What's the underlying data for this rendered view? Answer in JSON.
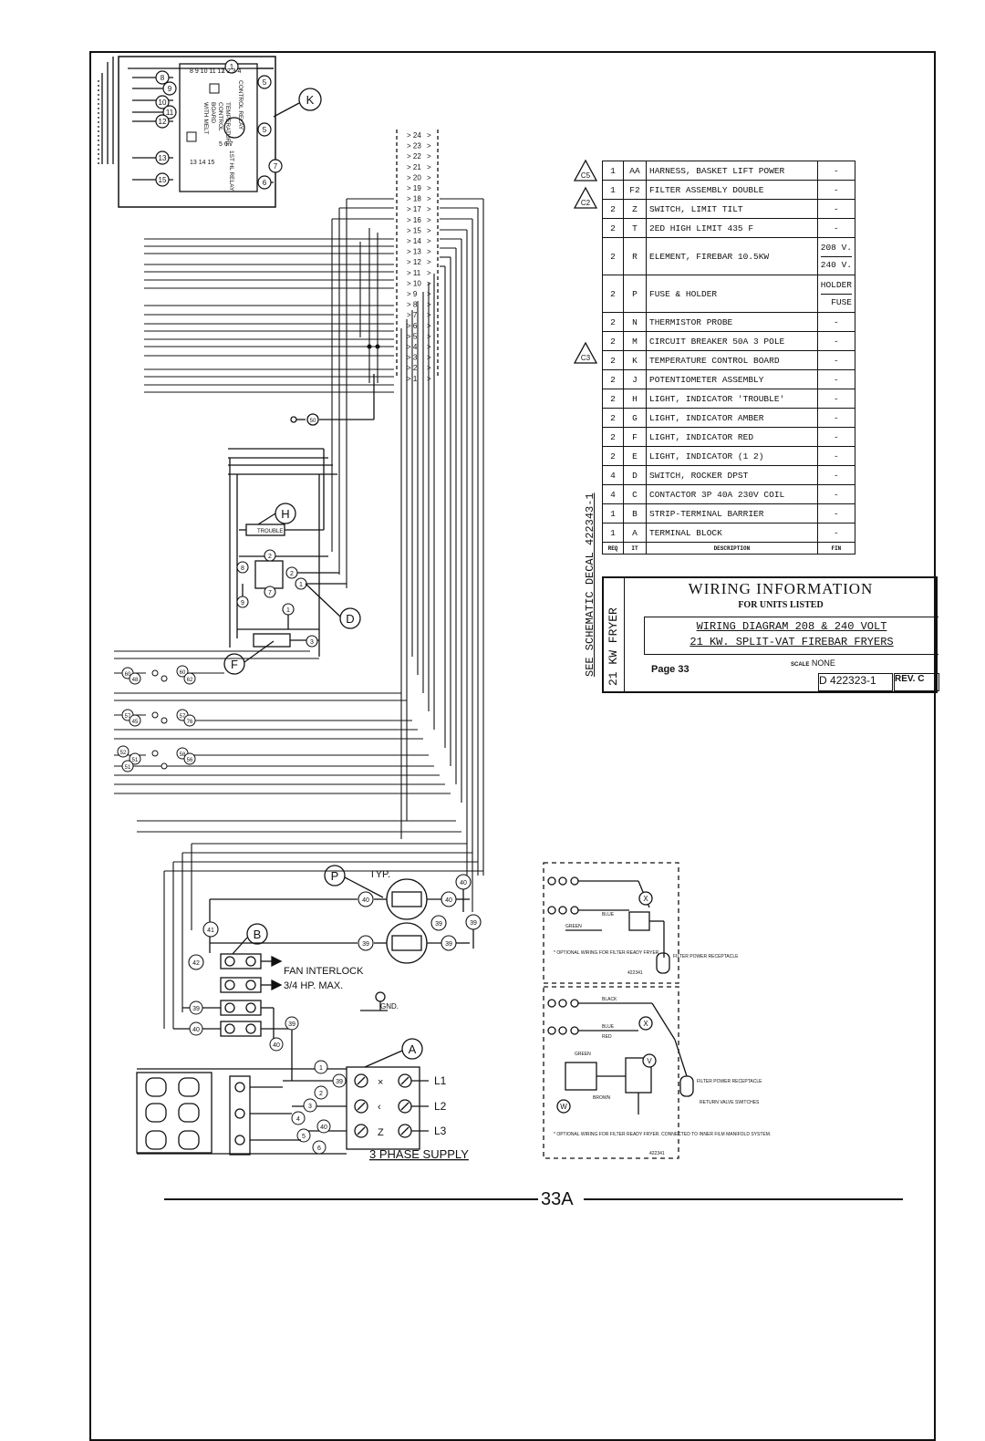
{
  "labels": {
    "K": "K",
    "H": "H",
    "D": "D",
    "F": "F",
    "P": "P",
    "B": "B",
    "A": "A",
    "X": "X",
    "V": "V",
    "W": "W",
    "typ": "TYP.",
    "trouble": "TROUBLE",
    "fan_interlock": "FAN INTERLOCK",
    "hp_max": "3/4 HP. MAX.",
    "gnd": "GND.",
    "l1": "L1",
    "l2": "L2",
    "l3": "L3",
    "phase_supply": "3 PHASE SUPPLY",
    "board_text_1": "TEMPERATURE",
    "board_text_2": "CONTROL",
    "board_text_3": "BOARD",
    "board_text_4": "WITH MELT",
    "relay_1": "CONTROL RELAY",
    "relay_2": "1ST HL RELAY",
    "board_pins_left": "8 9 10 11 12",
    "board_pins_right": "13 14 15",
    "board_pins_top": "1 2 3 4",
    "board_pins_side": "5 6 7"
  },
  "rev_marks": [
    "C5",
    "C2",
    "C3"
  ],
  "terminal_strip": [
    "24",
    "23",
    "22",
    "21",
    "20",
    "19",
    "18",
    "17",
    "16",
    "15",
    "14",
    "13",
    "12",
    "11",
    "10",
    "9",
    "8",
    "7",
    "6",
    "5",
    "4",
    "3",
    "2",
    "1"
  ],
  "wire_nums": {
    "w1": "1",
    "w2": "2",
    "w3": "3",
    "w4": "4",
    "w5": "5",
    "w6": "6",
    "w8": "8",
    "w9": "9",
    "w10": "10",
    "w11": "11",
    "w12": "12",
    "w13": "13",
    "w15": "15",
    "w7": "7",
    "w50": "50",
    "w40": "40",
    "w39": "39",
    "w41": "41",
    "w42": "42",
    "w60": "60",
    "w48": "48",
    "w62": "62",
    "w57": "57",
    "w45": "45",
    "w76": "76",
    "w52": "52",
    "w51": "51",
    "w58": "58",
    "w56": "56"
  },
  "parts": [
    {
      "qty": "1",
      "item": "AA",
      "desc": "HARNESS, BASKET LIFT POWER",
      "v": "-"
    },
    {
      "qty": "1",
      "item": "F2",
      "desc": "FILTER ASSEMBLY DOUBLE",
      "v": "-"
    },
    {
      "qty": "2",
      "item": "Z",
      "desc": "SWITCH, LIMIT TILT",
      "v": "-"
    },
    {
      "qty": "2",
      "item": "T",
      "desc": "2ED HIGH LIMIT 435 F",
      "v": "-"
    },
    {
      "qty": "2",
      "item": "R",
      "desc": "ELEMENT, FIREBAR 10.5KW",
      "v1": "208 V.",
      "v2": "240 V."
    },
    {
      "qty": "2",
      "item": "P",
      "desc": "FUSE & HOLDER",
      "v1": "HOLDER",
      "v2": "FUSE"
    },
    {
      "qty": "2",
      "item": "N",
      "desc": "THERMISTOR PROBE",
      "v": "-"
    },
    {
      "qty": "2",
      "item": "M",
      "desc": "CIRCUIT BREAKER 50A 3 POLE",
      "v": "-"
    },
    {
      "qty": "2",
      "item": "K",
      "desc": "TEMPERATURE CONTROL BOARD",
      "v": "-"
    },
    {
      "qty": "2",
      "item": "J",
      "desc": "POTENTIOMETER ASSEMBLY",
      "v": "-"
    },
    {
      "qty": "2",
      "item": "H",
      "desc": "LIGHT, INDICATOR 'TROUBLE'",
      "v": "-"
    },
    {
      "qty": "2",
      "item": "G",
      "desc": "LIGHT, INDICATOR AMBER",
      "v": "-"
    },
    {
      "qty": "2",
      "item": "F",
      "desc": "LIGHT, INDICATOR RED",
      "v": "-"
    },
    {
      "qty": "2",
      "item": "E",
      "desc": "LIGHT, INDICATOR (1 2)",
      "v": "-"
    },
    {
      "qty": "4",
      "item": "D",
      "desc": "SWITCH, ROCKER DPST",
      "v": "-"
    },
    {
      "qty": "4",
      "item": "C",
      "desc": "CONTACTOR 3P 40A 230V COIL",
      "v": "-"
    },
    {
      "qty": "1",
      "item": "B",
      "desc": "STRIP-TERMINAL BARRIER",
      "v": "-"
    },
    {
      "qty": "1",
      "item": "A",
      "desc": "TERMINAL BLOCK",
      "v": "-"
    }
  ],
  "parts_header": {
    "req": "REQ",
    "it": "IT",
    "desc": "DESCRIPTION",
    "fin": "FIN"
  },
  "title_block": {
    "heading": "WIRING INFORMATION",
    "sub": "FOR UNITS LISTED",
    "line1": "WIRING DIAGRAM 208 & 240 VOLT",
    "line2": "21 KW. SPLIT-VAT FIREBAR FRYERS",
    "side": "21 KW FRYER",
    "page": "Page 33",
    "scale_label": "SCALE",
    "scale": "NONE",
    "dwg_size": "D",
    "dwg_no": "422323-1",
    "rev_label": "REV.",
    "rev": "C"
  },
  "decal_text": "SEE SCHEMATIC DECAL 422343-1",
  "inset1": {
    "note": "* OPTIONAL WIRING FOR FILTER READY FRYER.",
    "part": "422341",
    "green": "GREEN",
    "blue": "BLUE",
    "recept": "FILTER POWER RECEPTACLE"
  },
  "inset2": {
    "note": "* OPTIONAL WIRING FOR FILTER READY FRYER. CONNECTED TO INNER FILM MANIFOLD SYSTEM.",
    "part": "422341",
    "black": "BLACK",
    "blue": "BLUE",
    "red": "RED",
    "green": "GREEN",
    "brown": "BROWN",
    "return": "RETURN VALVE SWITCHES",
    "recept": "FILTER POWER RECEPTACLE"
  },
  "page_number": "33A"
}
